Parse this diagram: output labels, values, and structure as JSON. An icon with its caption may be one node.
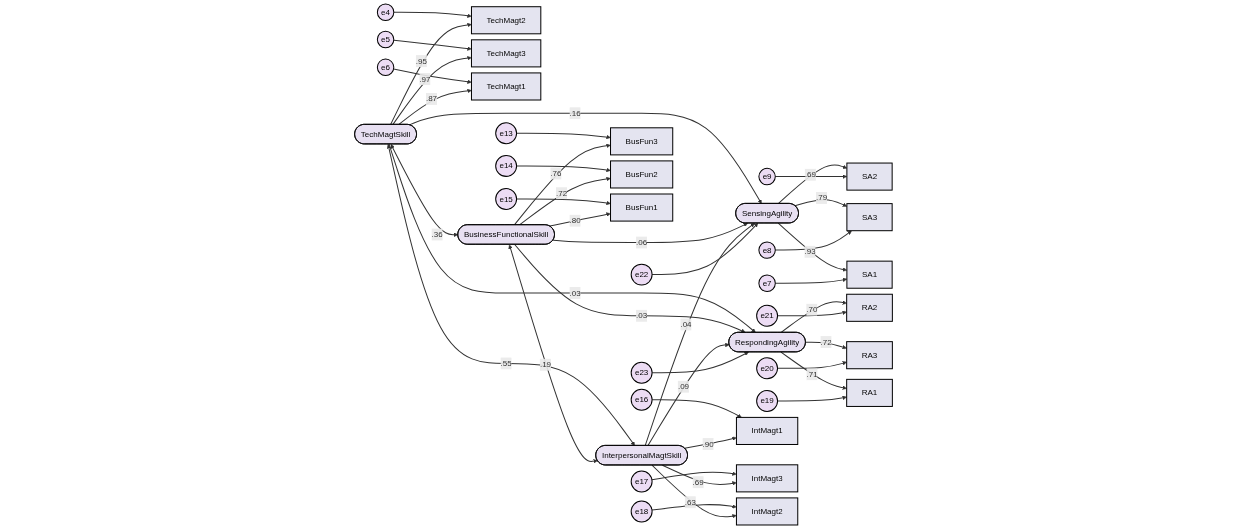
{
  "diagram": {
    "nodes": [
      {
        "text": [
          "e4"
        ]
      },
      {
        "text": [
          "TechMagt2"
        ]
      },
      {
        "text": [
          "e5"
        ]
      },
      {
        "text": [
          "TechMagt3"
        ]
      },
      {
        "text": [
          "e6"
        ]
      },
      {
        "text": [
          "TechMagt1"
        ]
      },
      {
        "text": [
          "TechMagtSkill"
        ]
      },
      {
        "text": [
          "e22"
        ]
      },
      {
        "text": [
          "SensingAgility"
        ]
      },
      {
        "text": [
          "SA2"
        ]
      },
      {
        "text": [
          "e9"
        ]
      },
      {
        "text": [
          "SA3"
        ]
      },
      {
        "text": [
          "e8"
        ]
      },
      {
        "text": [
          "SA1"
        ]
      },
      {
        "text": [
          "e7"
        ]
      },
      {
        "text": [
          "e13"
        ]
      },
      {
        "text": [
          "BusFun3"
        ]
      },
      {
        "text": [
          "e14"
        ]
      },
      {
        "text": [
          "BusFun2"
        ]
      },
      {
        "text": [
          "e15"
        ]
      },
      {
        "text": [
          "BusFun1"
        ]
      },
      {
        "text": [
          "BusinessFunctionalSkill"
        ]
      },
      {
        "text": [
          "RespondingAgility"
        ]
      },
      {
        "text": [
          "RA2"
        ]
      },
      {
        "text": [
          "e21"
        ]
      },
      {
        "text": [
          "RA3"
        ]
      },
      {
        "text": [
          "e20"
        ]
      },
      {
        "text": [
          "RA1"
        ]
      },
      {
        "text": [
          "e19"
        ]
      },
      {
        "text": [
          "e16"
        ]
      },
      {
        "text": [
          "IntMagt1"
        ]
      },
      {
        "text": [
          "e17"
        ]
      },
      {
        "text": [
          "IntMagt3"
        ]
      },
      {
        "text": [
          "e18"
        ]
      },
      {
        "text": [
          "IntMagt2"
        ]
      },
      {
        "text": [
          "InterpersonalMagtSkill"
        ]
      },
      {
        "text": [
          "e23"
        ]
      }
    ],
    "edges": [
      {
        "from": 0,
        "to": 1,
        "arrow": "to"
      },
      {
        "from": 2,
        "to": 3,
        "arrow": "to"
      },
      {
        "from": 4,
        "to": 5,
        "arrow": "to"
      },
      {
        "from": 6,
        "to": 1,
        "arrow": "to",
        "label": ".95"
      },
      {
        "from": 6,
        "to": 3,
        "arrow": "to",
        "label": ".97"
      },
      {
        "from": 6,
        "to": 5,
        "arrow": "to",
        "label": ".87"
      },
      {
        "from": 15,
        "to": 16,
        "arrow": "to"
      },
      {
        "from": 17,
        "to": 18,
        "arrow": "to"
      },
      {
        "from": 19,
        "to": 20,
        "arrow": "to"
      },
      {
        "from": 21,
        "to": 16,
        "arrow": "to",
        "label": ".76"
      },
      {
        "from": 21,
        "to": 18,
        "arrow": "to",
        "label": ".72"
      },
      {
        "from": 21,
        "to": 20,
        "arrow": "to",
        "label": ".80"
      },
      {
        "from": 29,
        "to": 30,
        "arrow": "to"
      },
      {
        "from": 31,
        "to": 32,
        "arrow": "to"
      },
      {
        "from": 33,
        "to": 34,
        "arrow": "to"
      },
      {
        "from": 35,
        "to": 30,
        "arrow": "to",
        "label": ".90"
      },
      {
        "from": 35,
        "to": 32,
        "arrow": "to",
        "label": ".69"
      },
      {
        "from": 35,
        "to": 34,
        "arrow": "to",
        "label": ".63"
      },
      {
        "from": 6,
        "to": 21,
        "arrow": "both",
        "label": ".36"
      },
      {
        "from": 6,
        "to": 35,
        "arrow": "both",
        "label": ".55"
      },
      {
        "from": 21,
        "to": 35,
        "arrow": "both",
        "label": ".19"
      },
      {
        "from": 6,
        "to": 8,
        "arrow": "to",
        "label": ".16"
      },
      {
        "from": 6,
        "to": 22,
        "arrow": "to",
        "label": ".03"
      },
      {
        "from": 21,
        "to": 8,
        "arrow": "to",
        "label": ".06"
      },
      {
        "from": 21,
        "to": 22,
        "arrow": "to",
        "label": ".03"
      },
      {
        "from": 35,
        "to": 8,
        "arrow": "to",
        "label": ".04"
      },
      {
        "from": 35,
        "to": 22,
        "arrow": "to",
        "label": ".09"
      },
      {
        "from": 7,
        "to": 8,
        "arrow": "to"
      },
      {
        "from": 36,
        "to": 22,
        "arrow": "to"
      },
      {
        "from": 8,
        "to": 9,
        "arrow": "to",
        "label": ".69"
      },
      {
        "from": 8,
        "to": 11,
        "arrow": "to",
        "label": ".79"
      },
      {
        "from": 8,
        "to": 13,
        "arrow": "to",
        "label": ".93"
      },
      {
        "from": 10,
        "to": 9,
        "arrow": "to"
      },
      {
        "from": 12,
        "to": 11,
        "arrow": "to"
      },
      {
        "from": 14,
        "to": 13,
        "arrow": "to"
      },
      {
        "from": 22,
        "to": 23,
        "arrow": "to",
        "label": ".70"
      },
      {
        "from": 22,
        "to": 25,
        "arrow": "to",
        "label": ".72"
      },
      {
        "from": 22,
        "to": 27,
        "arrow": "to",
        "label": ".71"
      },
      {
        "from": 24,
        "to": 23,
        "arrow": "to"
      },
      {
        "from": 26,
        "to": 25,
        "arrow": "to"
      },
      {
        "from": 28,
        "to": 27,
        "arrow": "to"
      }
    ]
  }
}
